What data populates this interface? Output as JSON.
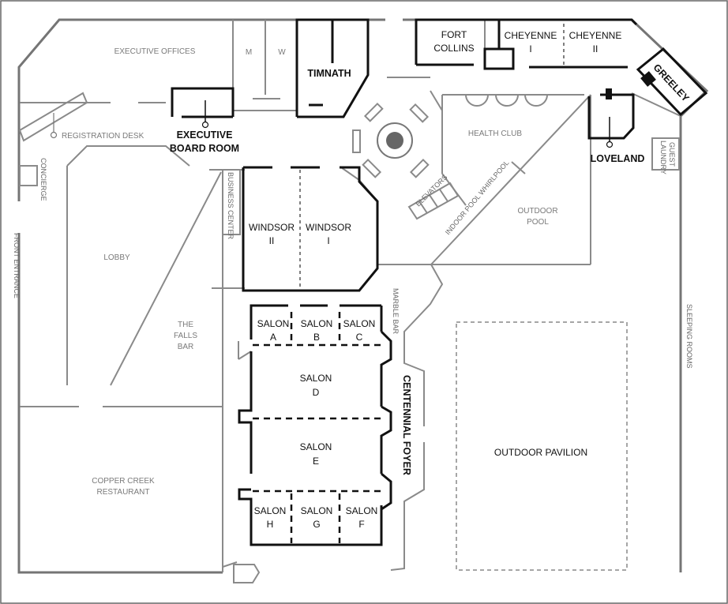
{
  "rooms": {
    "executive_offices": "EXECUTIVE OFFICES",
    "m": "M",
    "w": "W",
    "timnath": "TIMNATH",
    "fort_collins_1": "FORT",
    "fort_collins_2": "COLLINS",
    "cheyenne_i_1": "CHEYENNE",
    "cheyenne_i_2": "I",
    "cheyenne_ii_1": "CHEYENNE",
    "cheyenne_ii_2": "II",
    "greeley": "GREELEY",
    "registration_desk": "REGISTRATION DESK",
    "executive_board_room_1": "EXECUTIVE",
    "executive_board_room_2": "BOARD ROOM",
    "health_club": "HEALTH CLUB",
    "loveland": "LOVELAND",
    "guest_laundry_1": "GUEST",
    "guest_laundry_2": "LAUNDRY",
    "concierge": "CONCIERGE",
    "business_center": "BUSINESS CENTER",
    "windsor_ii_1": "WINDSOR",
    "windsor_ii_2": "II",
    "windsor_i_1": "WINDSOR",
    "windsor_i_2": "I",
    "elevators": "ELEVATORS",
    "indoor_pool_whirlpool": "INDOOR POOL WHIRLPOOL",
    "outdoor_pool_1": "OUTDOOR",
    "outdoor_pool_2": "POOL",
    "front_entrance": "FRONT ENTRANCE",
    "lobby": "LOBBY",
    "falls_bar_1": "THE",
    "falls_bar_2": "FALLS",
    "falls_bar_3": "BAR",
    "marble_bar": "MARBLE BAR",
    "salon_a_1": "SALON",
    "salon_a_2": "A",
    "salon_b_1": "SALON",
    "salon_b_2": "B",
    "salon_c_1": "SALON",
    "salon_c_2": "C",
    "salon_d_1": "SALON",
    "salon_d_2": "D",
    "salon_e_1": "SALON",
    "salon_e_2": "E",
    "salon_h_1": "SALON",
    "salon_h_2": "H",
    "salon_g_1": "SALON",
    "salon_g_2": "G",
    "salon_f_1": "SALON",
    "salon_f_2": "F",
    "centennial_foyer": "CENTENNIAL FOYER",
    "outdoor_pavilion": "OUTDOOR PAVILION",
    "sleeping_rooms": "SLEEPING ROOMS",
    "copper_creek_1": "COPPER CREEK",
    "copper_creek_2": "RESTAURANT"
  },
  "colors": {
    "wall": "#757575",
    "bold_wall": "#111111",
    "label": "#7a7a7a"
  }
}
